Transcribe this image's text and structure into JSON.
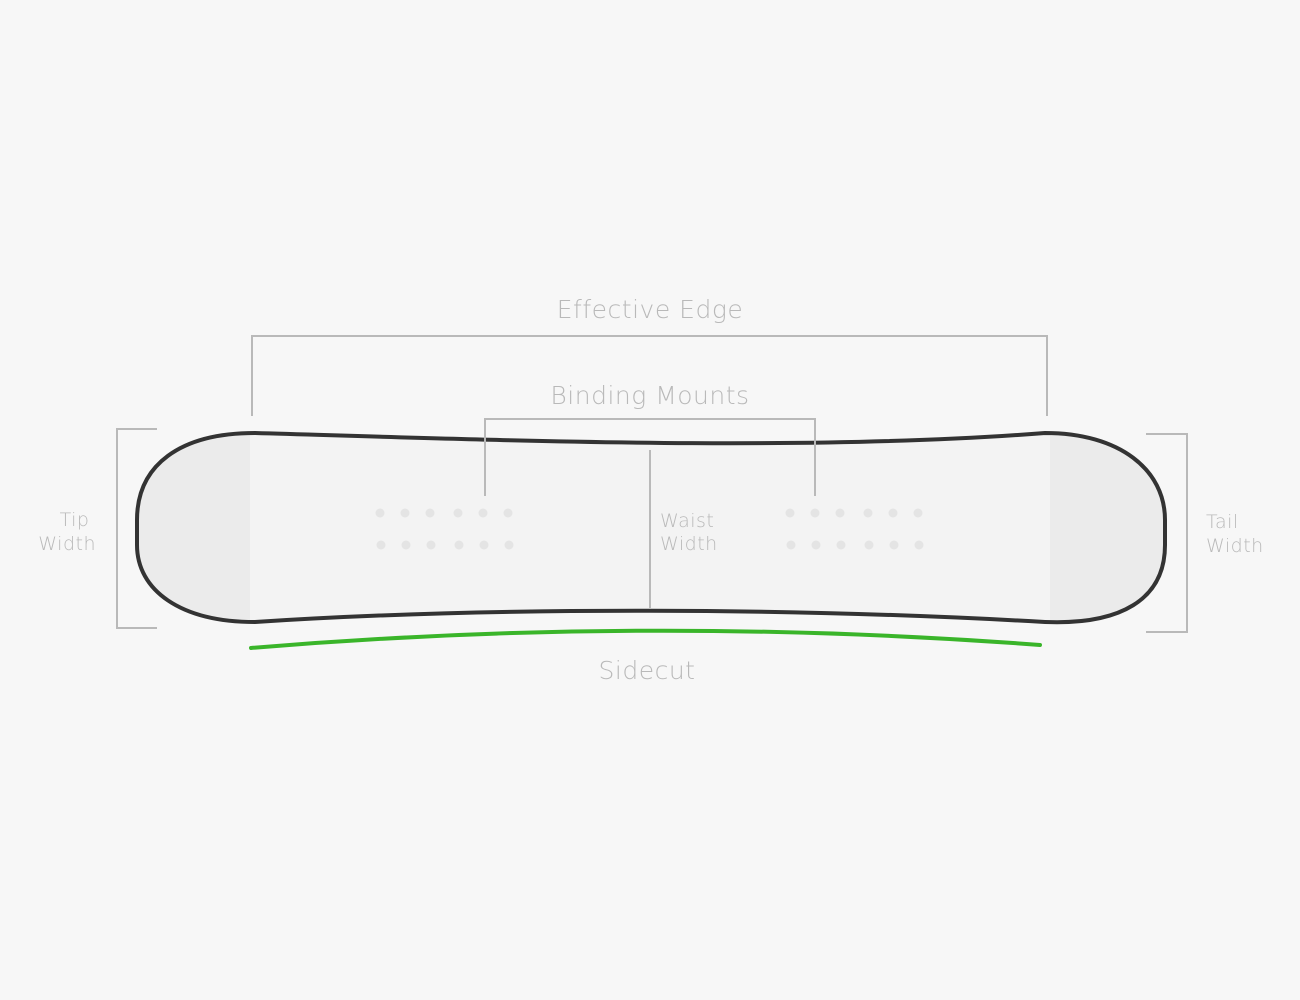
{
  "colors": {
    "background": "#f7f7f7",
    "outline": "#333333",
    "guide": "#b9b9b9",
    "board_fill": "#f3f3f3",
    "tip_tail_fill": "#ebebeb",
    "insert_dot": "#e4e4e4",
    "sidecut": "#3ab52a"
  },
  "labels": {
    "effective_edge": "Effective Edge",
    "binding_mounts": "Binding Mounts",
    "tip_width": [
      "Tip",
      "Width"
    ],
    "waist_width": [
      "Waist",
      "Width"
    ],
    "tail_width": [
      "Tail",
      "Width"
    ],
    "sidecut": "Sidecut"
  },
  "inserts": {
    "rows_per_side": 2,
    "dots_per_row": 6
  }
}
